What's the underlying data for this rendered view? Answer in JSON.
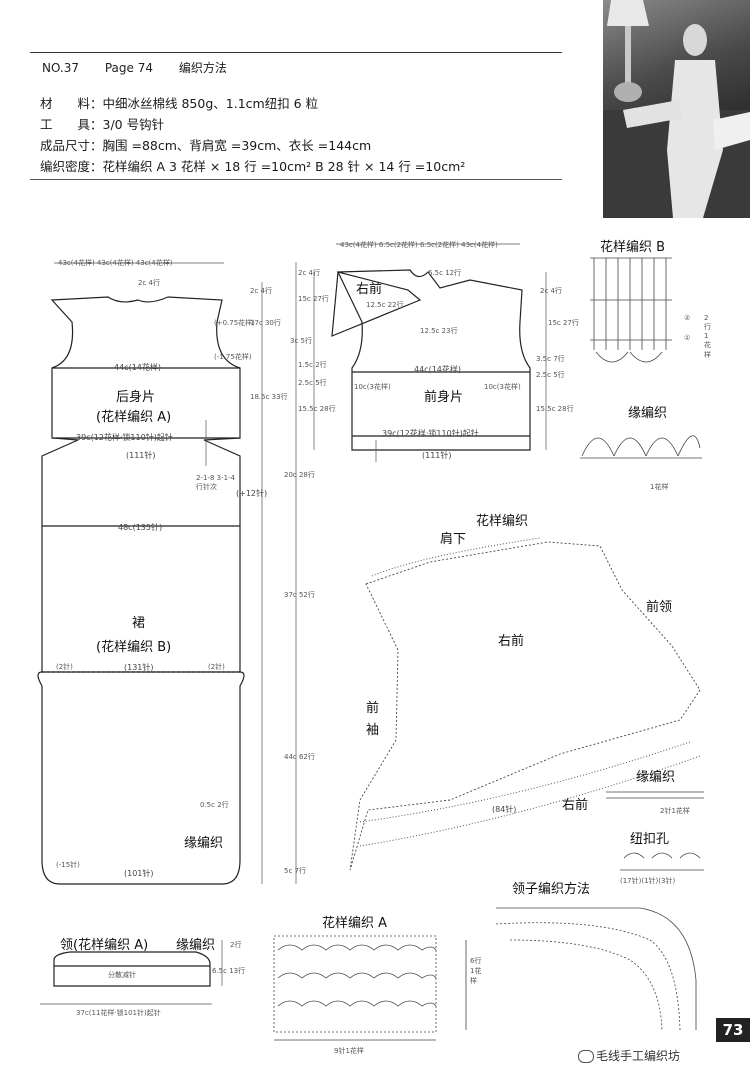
{
  "header": {
    "number": "NO.37",
    "page": "Page 74",
    "section": "编织方法"
  },
  "specs": [
    "材　　料：中细冰丝棉线 850g、1.1cm纽扣 6 粒",
    "工　　具：3/0 号钩针",
    "成品尺寸：胸围 =88cm、背肩宽 =39cm、衣长 =144cm",
    "编织密度：花样编织 A  3 花样 × 18 行 =10cm²   B  28 针 × 14 行 =10cm²"
  ],
  "back": {
    "top_dims": "43c(4花样)  43c(4花样)  43c(4花样)",
    "neck": "2c 4行",
    "armhole": "(+0.75花样)",
    "armhole2": "(-1.75花样)",
    "width44": "44c(14花样)",
    "title": "后身片",
    "pattern": "(花样编织 A)",
    "start": "39c(12花样·锁110针)起针",
    "st111": "(111针)",
    "side_dec": "2-1-8 3-1-4 行针次",
    "plus12": "(+12针)",
    "w48": "48c(135针)",
    "skirt": "裙",
    "skirt_pattern": "(花样编织 B)",
    "st131": "(131针)",
    "st2l": "(2针)",
    "st2r": "(2针)",
    "st15": "(-15针)",
    "st101": "(101针)",
    "edge": "缘编织",
    "edge_rows": "0.5c 2行"
  },
  "right_dims": {
    "a": "2c 4行",
    "b": "17c 30行",
    "c": "18.5c 33行",
    "d": "20c 28行",
    "e": "37c 52行",
    "f": "44c 62行",
    "g": "5c 7行"
  },
  "front": {
    "top_dims": "43c(4花样)  6.5c(2花样)  6.5c(2花样)  43c(4花样)",
    "right_front": "右前",
    "title": "前身片",
    "w44": "44c(14花样)",
    "w10l": "10c(3花样)",
    "w10r": "10c(3花样)",
    "start": "39c(12花样·锁110针)起针",
    "st111": "(111针)",
    "dims_left": [
      "2c 4行",
      "15c 27行",
      "3c 5行",
      "1.5c 2行",
      "2.5c 5行",
      "15.5c 28行"
    ],
    "dims_mid": [
      "12.5c 22行",
      "6.5c 12行",
      "12.5c 23行"
    ],
    "dims_right": [
      "2c 4行",
      "15c 27行",
      "3.5c 7行",
      "2.5c 5行",
      "15.5c 28行"
    ]
  },
  "pattern_b": {
    "title": "花样编织 B",
    "marks": [
      "②",
      "①"
    ],
    "rows_note": "2行1花样"
  },
  "edge1": {
    "title": "缘编织",
    "note": "1花样"
  },
  "big_chart": {
    "title": "花样编织",
    "shoulder": "肩下",
    "front_neck": "前领",
    "right_front": "右前",
    "front_sleeve": "前袖",
    "right_front2": "右前",
    "st84": "(84针)"
  },
  "edge2": {
    "title": "缘编织",
    "note": "2针1花样"
  },
  "buttonhole": {
    "title": "纽扣孔",
    "note": "(17针)(1针)(3针)"
  },
  "collar_method": {
    "title": "领子编织方法"
  },
  "collar": {
    "title": "领(花样编织 A)",
    "edge": "缘编织",
    "inner": "分散减针",
    "rows": "6.5c 13行",
    "rows2": "2行",
    "start": "37c(11花样·锁101针)起针"
  },
  "pattern_a": {
    "title": "花样编织 A",
    "rows": "6行1花样",
    "bottom": "9针1花样"
  },
  "page_number": "73",
  "watermark": "毛线手工编织坊"
}
